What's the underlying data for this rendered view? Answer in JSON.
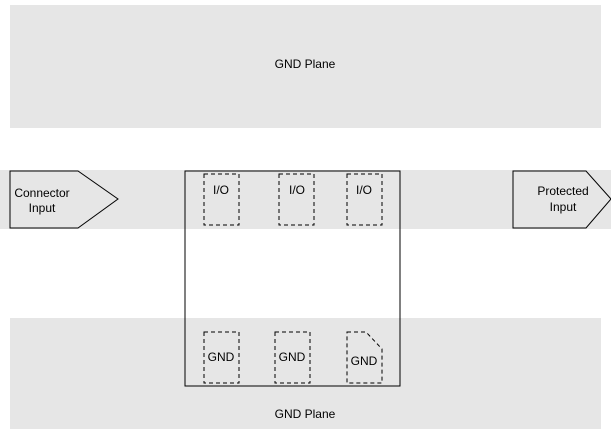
{
  "top_plane": {
    "label": "GND Plane"
  },
  "bottom_plane": {
    "label": "GND Plane"
  },
  "connector_input": {
    "line1": "Connector",
    "line2": "Input"
  },
  "protected_input": {
    "line1": "Protected",
    "line2": "Input"
  },
  "io_pins": [
    "I/O",
    "I/O",
    "I/O"
  ],
  "gnd_pins": [
    "GND",
    "GND",
    "GND"
  ],
  "colors": {
    "plane_fill": "#e6e6e6",
    "trace_fill": "#e6e6e6",
    "stroke": "#000000"
  }
}
